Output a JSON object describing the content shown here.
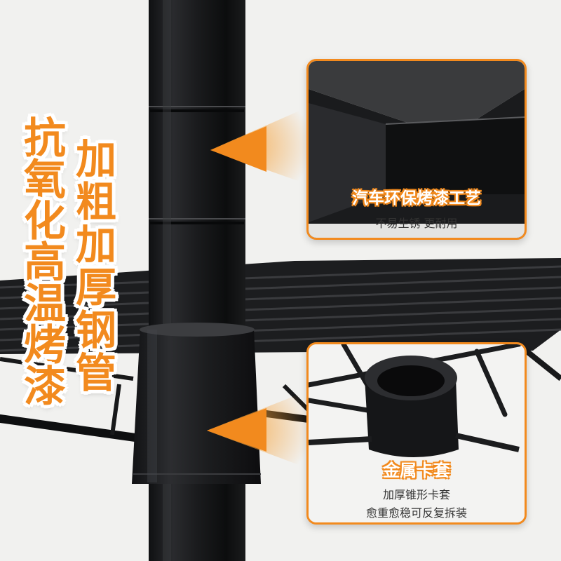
{
  "headline_left": [
    "抗",
    "氧",
    "化",
    "高",
    "温",
    "烤",
    "漆"
  ],
  "headline_right": [
    "加",
    "粗",
    "加",
    "厚",
    "钢",
    "管"
  ],
  "callout_top": {
    "title": "汽车环保烤漆工艺",
    "subtitle": "不易生锈 更耐用"
  },
  "callout_bottom": {
    "title": "金属卡套",
    "line1": "加厚锥形卡套",
    "line2": "愈重愈稳可反复拆装"
  },
  "colors": {
    "accent": "#f28a1e",
    "background": "#f1f1ef",
    "metal": "#1e1f21"
  },
  "icons": {
    "pointer_top": "orange-wedge-pointer",
    "pointer_bottom": "orange-wedge-pointer"
  }
}
